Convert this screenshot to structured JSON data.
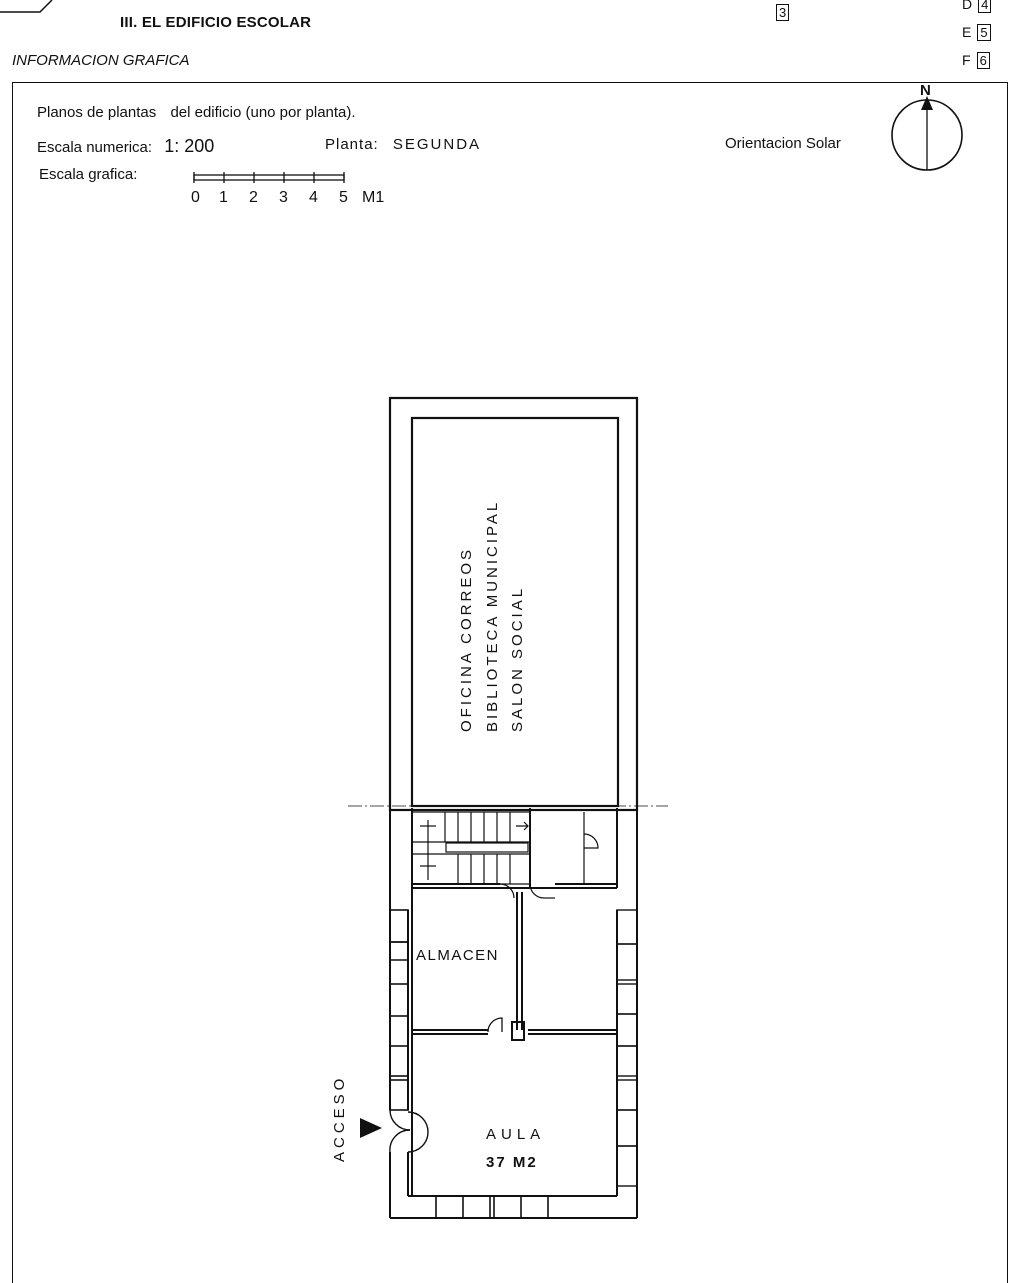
{
  "header": {
    "section_title": "III.  EL EDIFICIO ESCOLAR",
    "subtitle": "INFORMACION GRAFICA",
    "page_marker": "3",
    "codes": [
      {
        "letter": "D",
        "number": "4"
      },
      {
        "letter": "E",
        "number": "5"
      },
      {
        "letter": "F",
        "number": "6"
      }
    ]
  },
  "sheet": {
    "plans_label": "Planos de plantas",
    "plans_note": "del edificio (uno por planta).",
    "scale_label": "Escala numerica:",
    "scale_value": "1: 200",
    "floor_label": "Planta:",
    "floor_value": "SEGUNDA",
    "graphic_scale_label": "Escala grafica:",
    "graphic_scale_ticks": [
      "0",
      "1",
      "2",
      "3",
      "4",
      "5"
    ],
    "graphic_scale_unit": "M1",
    "orientation_label": "Orientacion Solar",
    "north_label": "N"
  },
  "plan": {
    "upper_room_lines": [
      "OFICINA CORREOS",
      "BIBLIOTECA MUNICIPAL",
      "SALON SOCIAL"
    ],
    "storage_room": "ALMACEN",
    "classroom_name": "AULA",
    "classroom_area": "37 M2",
    "entrance_label": "ACCESO"
  }
}
